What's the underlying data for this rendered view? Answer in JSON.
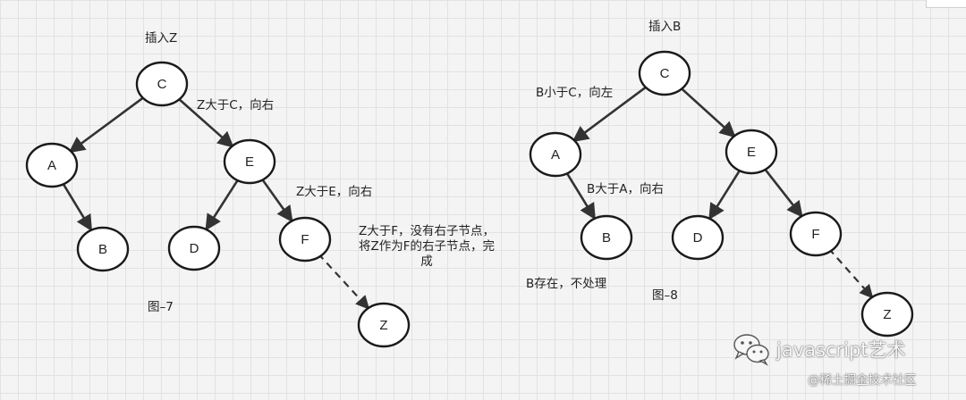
{
  "diagrams": [
    {
      "title": "插入Z",
      "caption": "图–7",
      "nodes": [
        {
          "id": "C",
          "label": "C",
          "pos": "root"
        },
        {
          "id": "A",
          "label": "A",
          "pos": "left"
        },
        {
          "id": "E",
          "label": "E",
          "pos": "right"
        },
        {
          "id": "B",
          "label": "B",
          "pos": "left-right"
        },
        {
          "id": "D",
          "label": "D",
          "pos": "right-left"
        },
        {
          "id": "F",
          "label": "F",
          "pos": "right-right"
        },
        {
          "id": "Z",
          "label": "Z",
          "pos": "inserted"
        }
      ],
      "edges": [
        {
          "from": "C",
          "to": "A",
          "style": "solid"
        },
        {
          "from": "C",
          "to": "E",
          "style": "solid"
        },
        {
          "from": "A",
          "to": "B",
          "style": "solid"
        },
        {
          "from": "E",
          "to": "D",
          "style": "solid"
        },
        {
          "from": "E",
          "to": "F",
          "style": "solid"
        },
        {
          "from": "F",
          "to": "Z",
          "style": "dashed"
        }
      ],
      "notes": {
        "z_gt_c": "Z大于C，向右",
        "z_gt_e": "Z大于E，向右",
        "z_gt_f_lines": [
          "Z大于F，没有右子节点，",
          "将Z作为F的右子节点，完",
          "成"
        ]
      }
    },
    {
      "title": "插入B",
      "caption": "图–8",
      "nodes": [
        {
          "id": "C",
          "label": "C",
          "pos": "root"
        },
        {
          "id": "A",
          "label": "A",
          "pos": "left"
        },
        {
          "id": "E",
          "label": "E",
          "pos": "right"
        },
        {
          "id": "B",
          "label": "B",
          "pos": "left-right"
        },
        {
          "id": "D",
          "label": "D",
          "pos": "right-left"
        },
        {
          "id": "F",
          "label": "F",
          "pos": "right-right"
        },
        {
          "id": "Z",
          "label": "Z",
          "pos": "right-right-right"
        }
      ],
      "edges": [
        {
          "from": "C",
          "to": "A",
          "style": "solid"
        },
        {
          "from": "C",
          "to": "E",
          "style": "solid"
        },
        {
          "from": "A",
          "to": "B",
          "style": "solid"
        },
        {
          "from": "E",
          "to": "D",
          "style": "solid"
        },
        {
          "from": "E",
          "to": "F",
          "style": "solid"
        },
        {
          "from": "F",
          "to": "Z",
          "style": "dashed"
        }
      ],
      "notes": {
        "b_lt_c": "B小于C，向左",
        "b_gt_a": "B大于A，向右",
        "b_exists": "B存在，不处理"
      }
    }
  ],
  "watermark": {
    "title": "javascript艺术",
    "subtitle": "@稀土掘金技术社区",
    "icon": "wechat-icon"
  },
  "colors": {
    "background": "#f4f4f4",
    "grid": "#e2e2e2",
    "node_fill": "#ffffff",
    "stroke": "#1a1a1a"
  }
}
